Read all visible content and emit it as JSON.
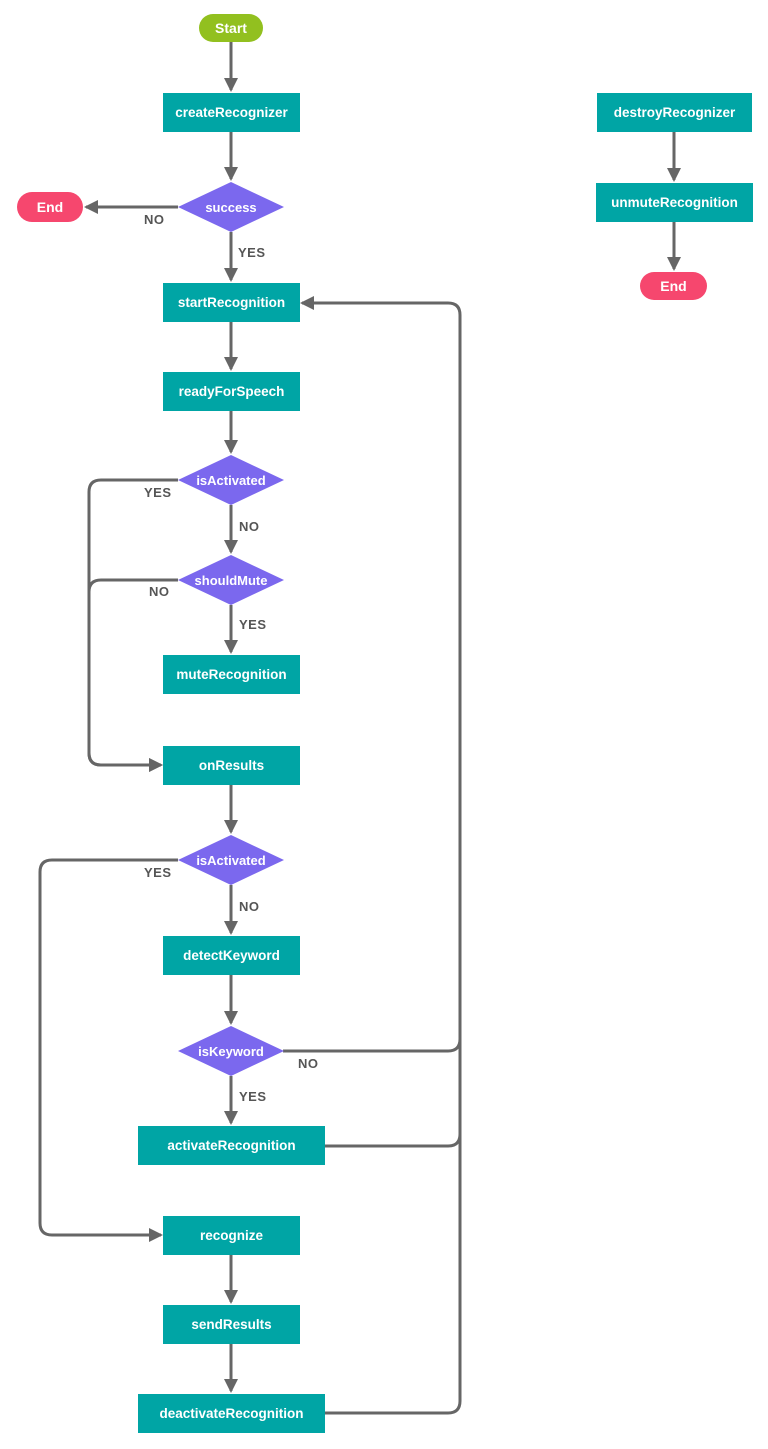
{
  "colors": {
    "process_fill": "#00a5a5",
    "decision_fill": "#7b68ee",
    "start_fill": "#92c01f",
    "end_fill": "#f6476e",
    "edge_color": "#666666",
    "label_color": "#555555",
    "node_text": "#ffffff"
  },
  "nodes": {
    "start": {
      "label": "Start",
      "type": "terminal"
    },
    "createRecognizer": {
      "label": "createRecognizer",
      "type": "process"
    },
    "success": {
      "label": "success",
      "type": "decision"
    },
    "endLeft": {
      "label": "End",
      "type": "terminal"
    },
    "startRecognition": {
      "label": "startRecognition",
      "type": "process"
    },
    "readyForSpeech": {
      "label": "readyForSpeech",
      "type": "process"
    },
    "isActivated1": {
      "label": "isActivated",
      "type": "decision"
    },
    "shouldMute": {
      "label": "shouldMute",
      "type": "decision"
    },
    "muteRecognition": {
      "label": "muteRecognition",
      "type": "process"
    },
    "onResults": {
      "label": "onResults",
      "type": "process"
    },
    "isActivated2": {
      "label": "isActivated",
      "type": "decision"
    },
    "detectKeyword": {
      "label": "detectKeyword",
      "type": "process"
    },
    "isKeyword": {
      "label": "isKeyword",
      "type": "decision"
    },
    "activateRecognition": {
      "label": "activateRecognition",
      "type": "process"
    },
    "recognize": {
      "label": "recognize",
      "type": "process"
    },
    "sendResults": {
      "label": "sendResults",
      "type": "process"
    },
    "deactivateRecognition": {
      "label": "deactivateRecognition",
      "type": "process"
    },
    "destroyRecognizer": {
      "label": "destroyRecognizer",
      "type": "process"
    },
    "unmuteRecognition": {
      "label": "unmuteRecognition",
      "type": "process"
    },
    "endRight": {
      "label": "End",
      "type": "terminal"
    }
  },
  "edge_labels": {
    "success_no": "NO",
    "success_yes": "YES",
    "isActivated1_yes": "YES",
    "isActivated1_no": "NO",
    "shouldMute_no": "NO",
    "shouldMute_yes": "YES",
    "isActivated2_yes": "YES",
    "isActivated2_no": "NO",
    "isKeyword_no": "NO",
    "isKeyword_yes": "YES"
  }
}
